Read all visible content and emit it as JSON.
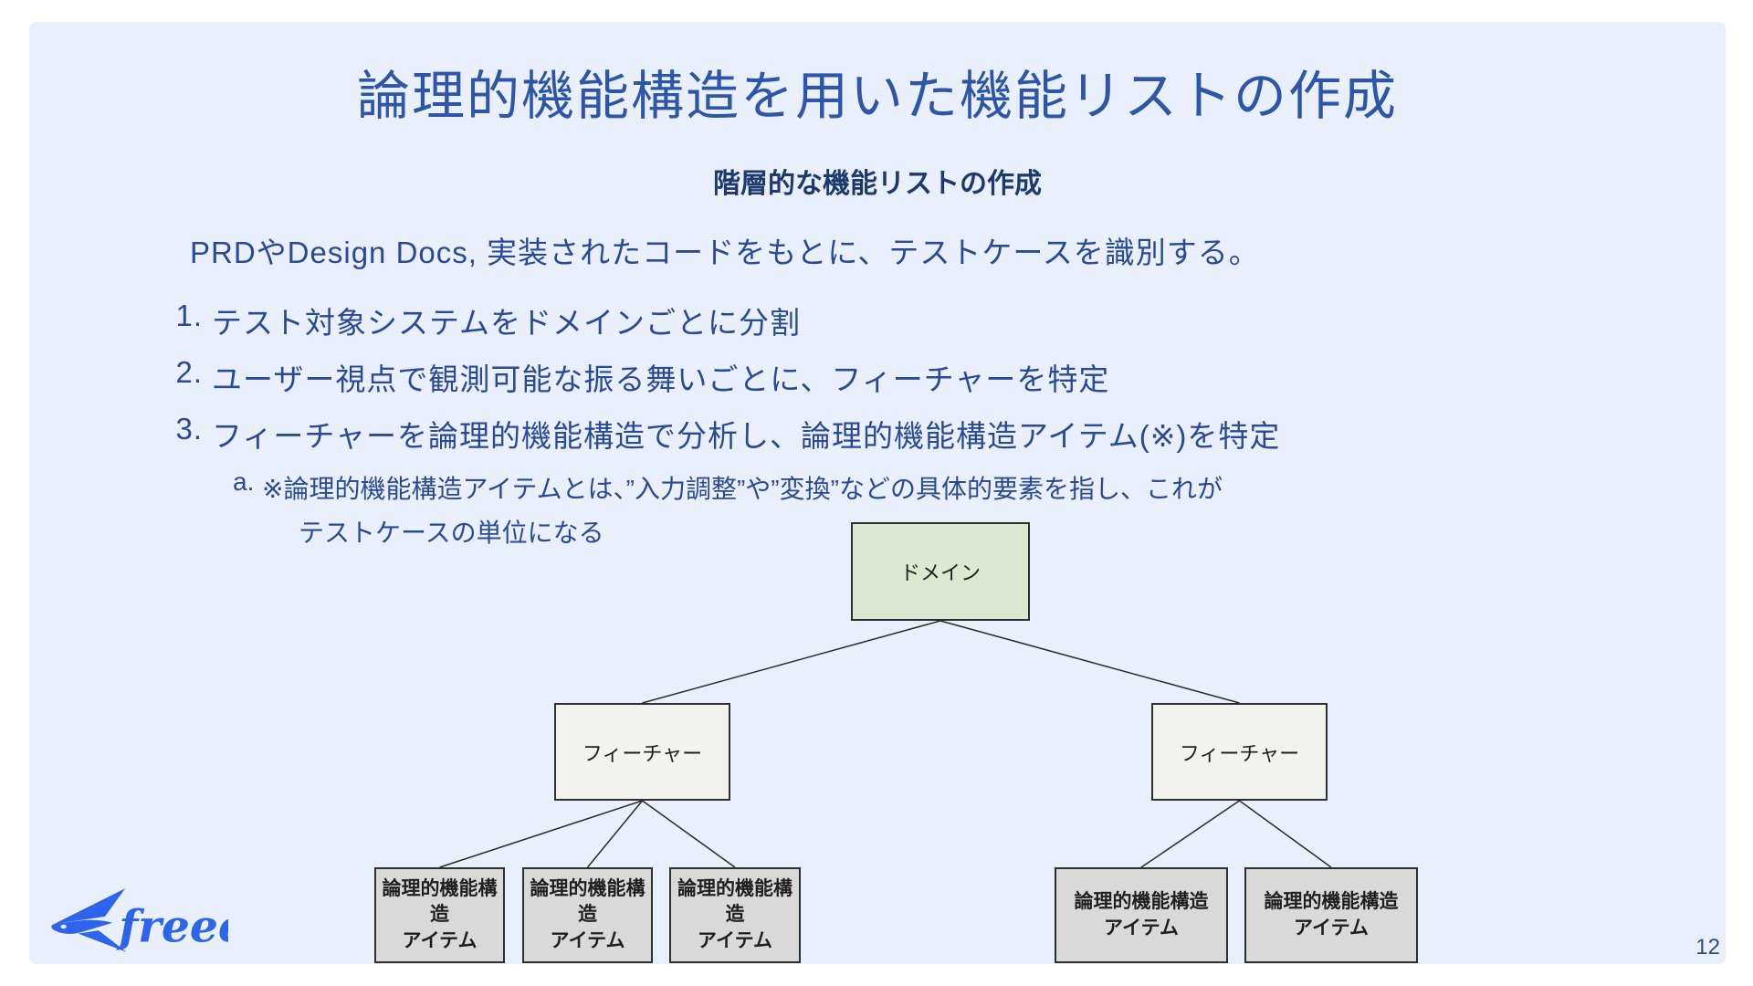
{
  "slide": {
    "title": "論理的機能構造を用いた機能リストの作成",
    "subtitle": "階層的な機能リストの作成",
    "intro": "PRDやDesign Docs, 実装されたコードをもとに、テストケースを識別する。",
    "list": [
      {
        "marker": "1.",
        "text": "テスト対象システムをドメインごとに分割"
      },
      {
        "marker": "2.",
        "text": "ユーザー視点で観測可能な振る舞いごとに、フィーチャーを特定"
      },
      {
        "marker": "3.",
        "text": "フィーチャーを論理的機能構造で分析し、論理的機能構造アイテム(※)を特定"
      }
    ],
    "sub_item": {
      "marker": "a.",
      "line1": "※論理的機能構造アイテムとは、”入力調整”や”変換”などの具体的要素を指し、これが",
      "line2": "テストケースの単位になる"
    },
    "page_number": "12",
    "logo_text": "freee"
  },
  "diagram": {
    "domain": {
      "label": "ドメイン"
    },
    "features": [
      {
        "label": "フィーチャー"
      },
      {
        "label": "フィーチャー"
      }
    ],
    "items": [
      {
        "label": "論理的機能構造\nアイテム"
      },
      {
        "label": "論理的機能構造\nアイテム"
      },
      {
        "label": "論理的機能構造\nアイテム"
      },
      {
        "label": "論理的機能構造\nアイテム"
      },
      {
        "label": "論理的機能構造\nアイテム"
      }
    ]
  },
  "colors": {
    "slide_background": "#e9f0fb",
    "title": "#2d55a8",
    "subtitle": "#1d3a6e",
    "body_text": "#2a4a96",
    "domain_fill": "#dde8d1",
    "feature_fill": "#f2f2ef",
    "item_fill": "#d9d9d9",
    "box_border": "#2f2f2f",
    "connector": "#2a2a2a",
    "logo_blue": "#2c64ec",
    "page_number": "#2f4b82"
  }
}
